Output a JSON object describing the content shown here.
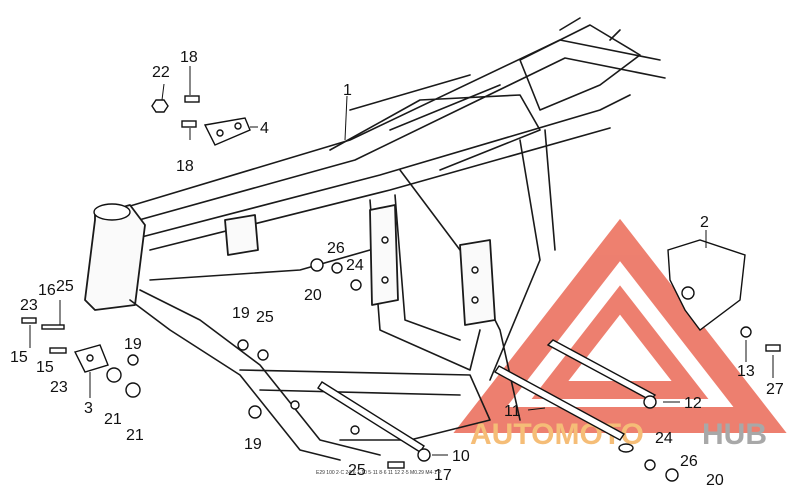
{
  "diagram": {
    "callouts": [
      {
        "id": "1",
        "label": "1"
      },
      {
        "id": "2",
        "label": "2"
      },
      {
        "id": "3",
        "label": "3"
      },
      {
        "id": "4",
        "label": "4"
      },
      {
        "id": "10",
        "label": "10"
      },
      {
        "id": "11",
        "label": "11"
      },
      {
        "id": "12",
        "label": "12"
      },
      {
        "id": "13",
        "label": "13"
      },
      {
        "id": "15a",
        "label": "15"
      },
      {
        "id": "15b",
        "label": "15"
      },
      {
        "id": "16",
        "label": "16"
      },
      {
        "id": "17",
        "label": "17"
      },
      {
        "id": "18a",
        "label": "18"
      },
      {
        "id": "18b",
        "label": "18"
      },
      {
        "id": "19a",
        "label": "19"
      },
      {
        "id": "19b",
        "label": "19"
      },
      {
        "id": "19c",
        "label": "19"
      },
      {
        "id": "20a",
        "label": "20"
      },
      {
        "id": "20b",
        "label": "20"
      },
      {
        "id": "21a",
        "label": "21"
      },
      {
        "id": "21b",
        "label": "21"
      },
      {
        "id": "22",
        "label": "22"
      },
      {
        "id": "23a",
        "label": "23"
      },
      {
        "id": "23b",
        "label": "23"
      },
      {
        "id": "24a",
        "label": "24"
      },
      {
        "id": "24b",
        "label": "24"
      },
      {
        "id": "25a",
        "label": "25"
      },
      {
        "id": "25b",
        "label": "25"
      },
      {
        "id": "25c",
        "label": "25"
      },
      {
        "id": "26a",
        "label": "26"
      },
      {
        "id": "26b",
        "label": "26"
      },
      {
        "id": "27",
        "label": "27"
      }
    ],
    "footer_code": "E29 100 2·C 24·6 1·10 5·11 8·6 11 12 2·5 M0.29 M4·1 P",
    "colors": {
      "line": "#1a1a1a",
      "watermark_red": "#e8553f",
      "watermark_orange": "#f2a84a",
      "watermark_gray": "#9a9a9a"
    }
  },
  "watermark": {
    "brand_part1": "AUTOMOTO",
    "brand_part2": "HUB"
  }
}
